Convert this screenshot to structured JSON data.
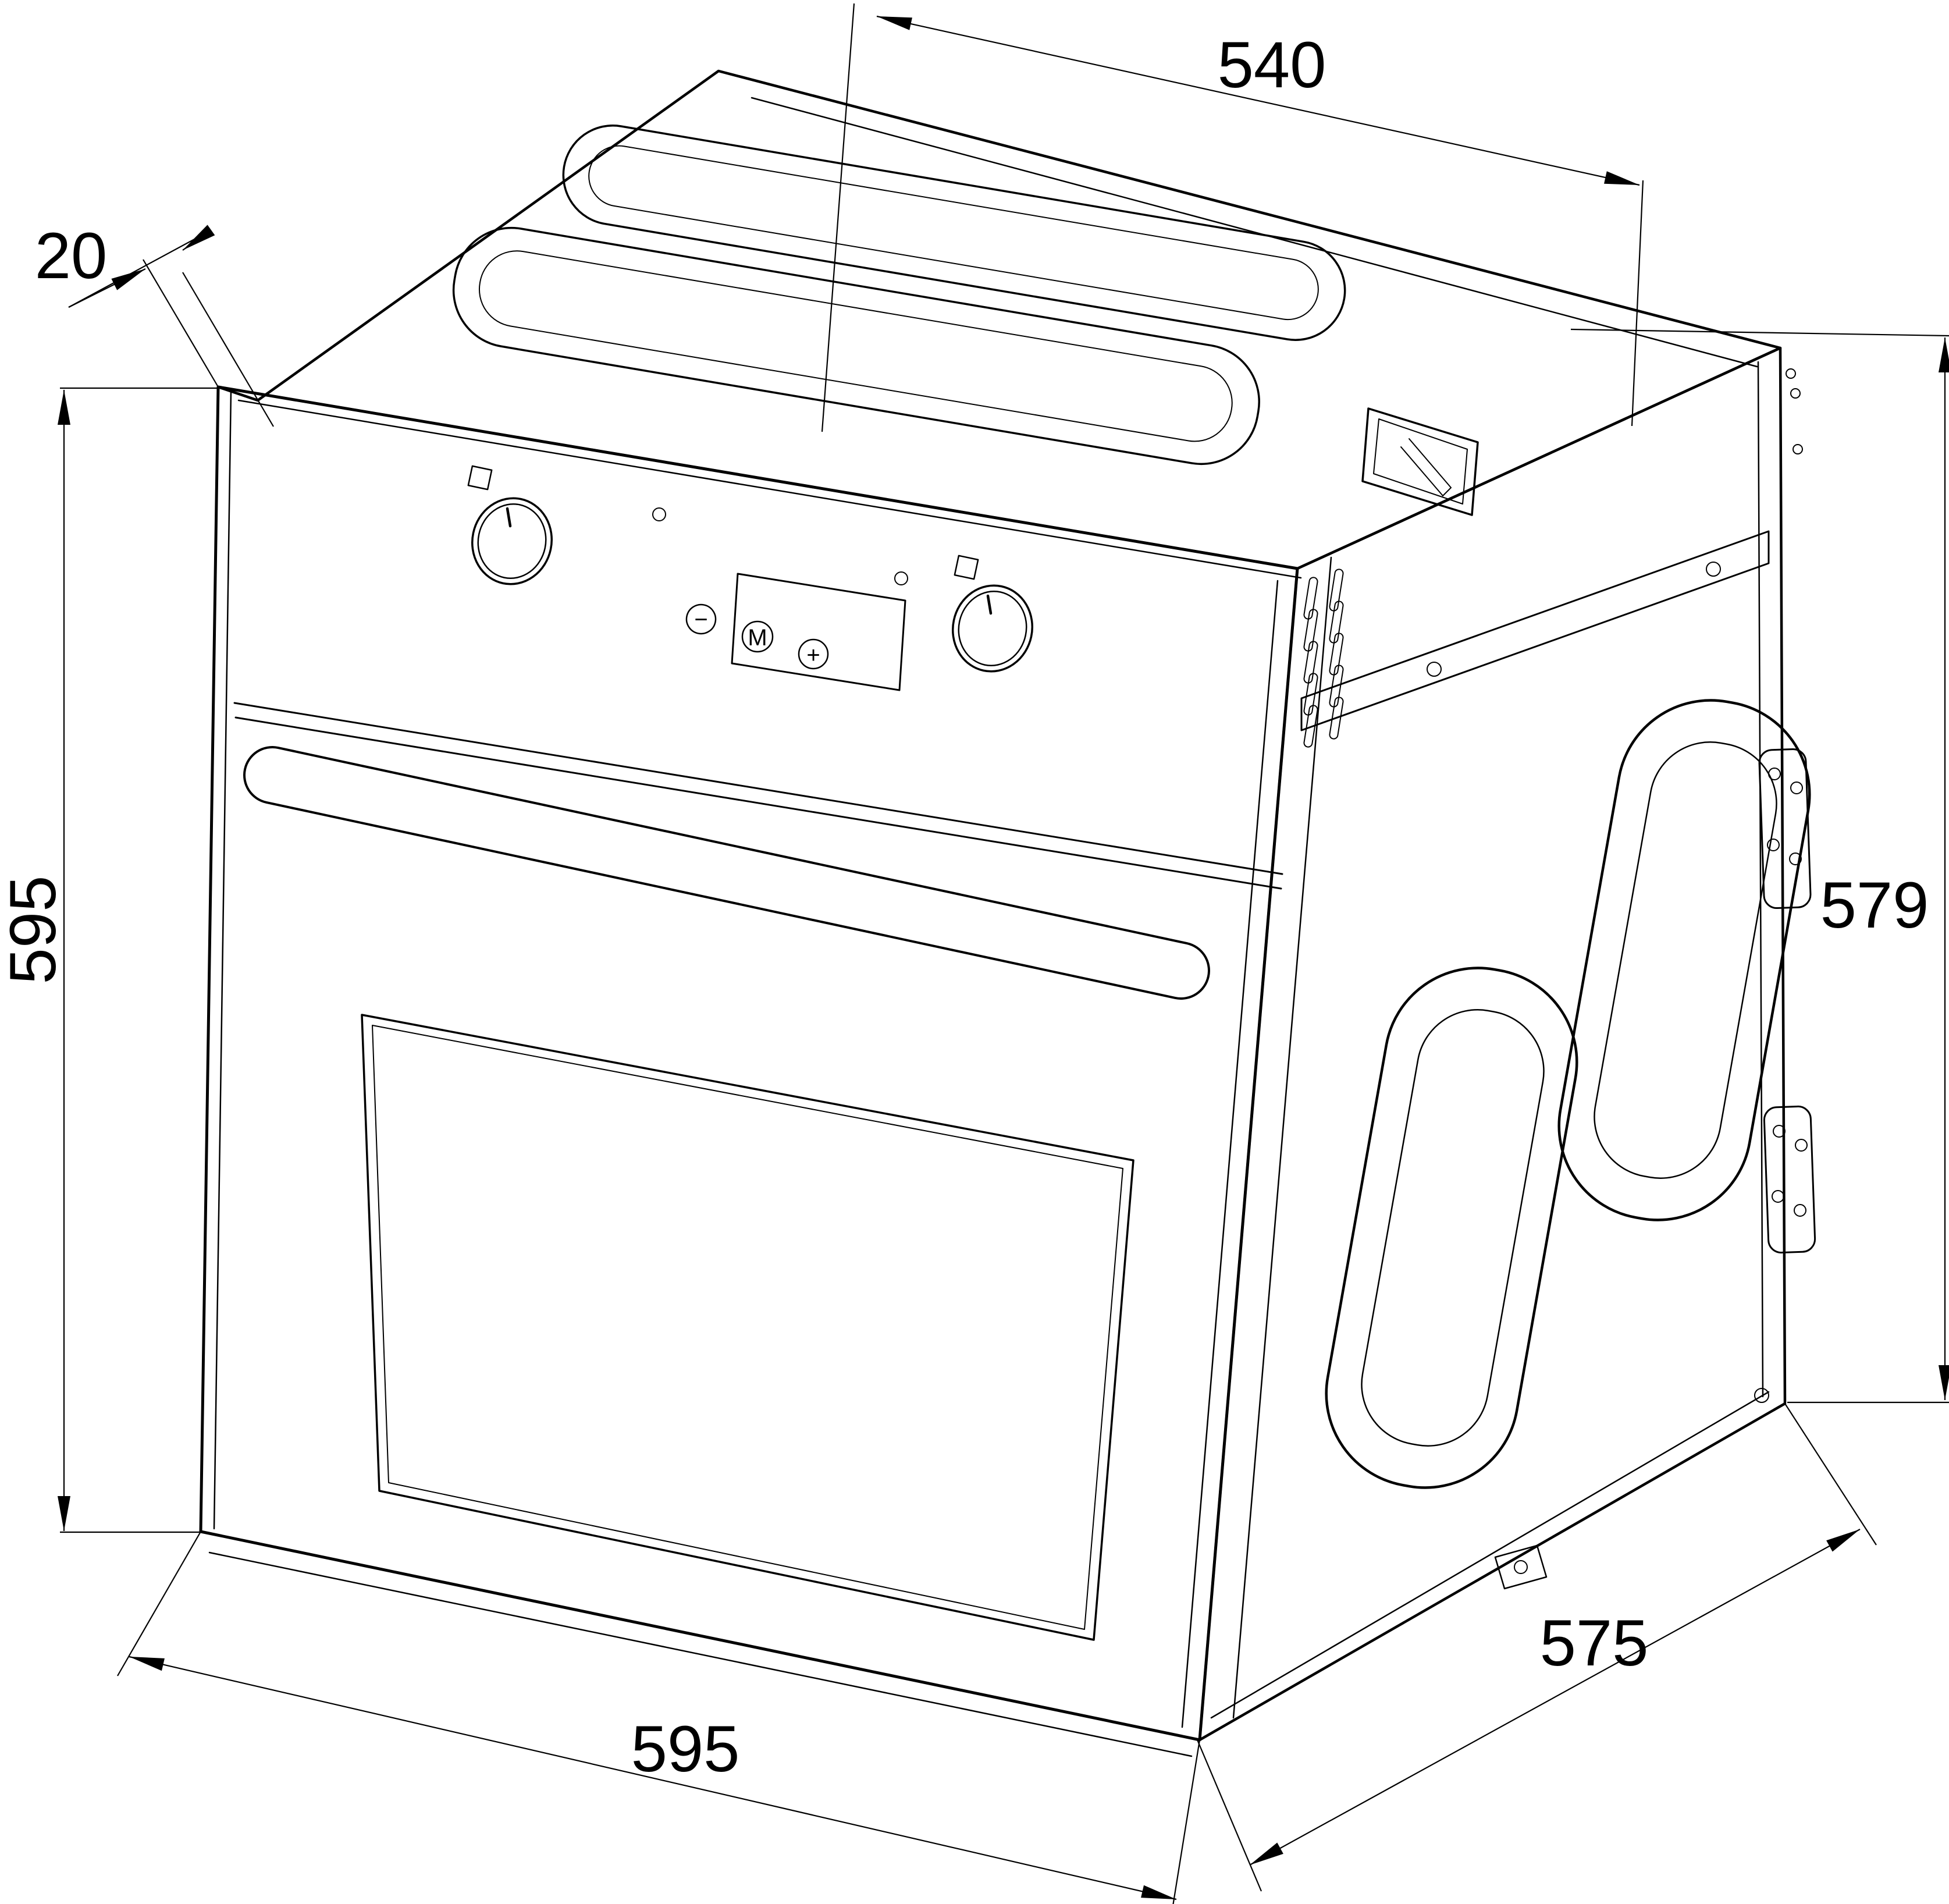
{
  "drawing": {
    "subject": "built-in-oven-installation-dimension-drawing",
    "units": "mm",
    "dimensions": {
      "top_width": {
        "name": "carcass top width",
        "value": "540"
      },
      "front_overhang": {
        "name": "front panel overhang",
        "value": "20"
      },
      "front_height": {
        "name": "front panel height",
        "value": "595"
      },
      "body_height": {
        "name": "carcass height",
        "value": "579"
      },
      "body_depth": {
        "name": "carcass depth",
        "value": "575"
      },
      "front_width": {
        "name": "front panel width",
        "value": "595"
      }
    },
    "control_panel": {
      "touch_buttons": {
        "minus": "−",
        "mode": "M",
        "plus": "+"
      }
    }
  }
}
